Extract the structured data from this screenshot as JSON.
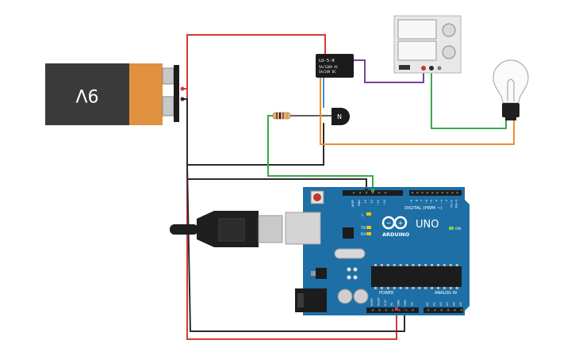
{
  "battery": {
    "label": "9V",
    "body_color": "#3a3a3a",
    "cap_color": "#e0913f"
  },
  "relay": {
    "title": "LU-5-R",
    "spec1": "5A/120V AC",
    "spec2": "5A/24V DC"
  },
  "transistor": {
    "label": "N"
  },
  "arduino": {
    "brand": "ARDUINO",
    "model": "UNO",
    "digital_label": "DIGITAL (PWM ~)",
    "power_label": "POWER",
    "analog_label": "ANALOG IN",
    "on_label": "ON",
    "l_label": "L",
    "tx_label": "TX",
    "rx_label": "RX",
    "top_pins": [
      "AREF",
      "GND",
      "13",
      "12",
      "~11",
      "~10",
      "~9",
      "8",
      "7",
      "~6",
      "~5",
      "4",
      "~3",
      "2",
      "TX→1",
      "RX←0"
    ],
    "power_pins": [
      "IOREF",
      "RESET",
      "3.3V",
      "5V",
      "GND",
      "GND",
      "Vin"
    ],
    "analog_pins": [
      "A0",
      "A1",
      "A2",
      "A3",
      "A4",
      "A5"
    ],
    "board_color": "#1d6fa5"
  },
  "wires": {
    "red": "#d23b36",
    "black": "#2b2b2b",
    "green": "#3aa94a",
    "orange": "#e8902c",
    "purple": "#7b3fa0",
    "blue": "#3b8fd9"
  }
}
